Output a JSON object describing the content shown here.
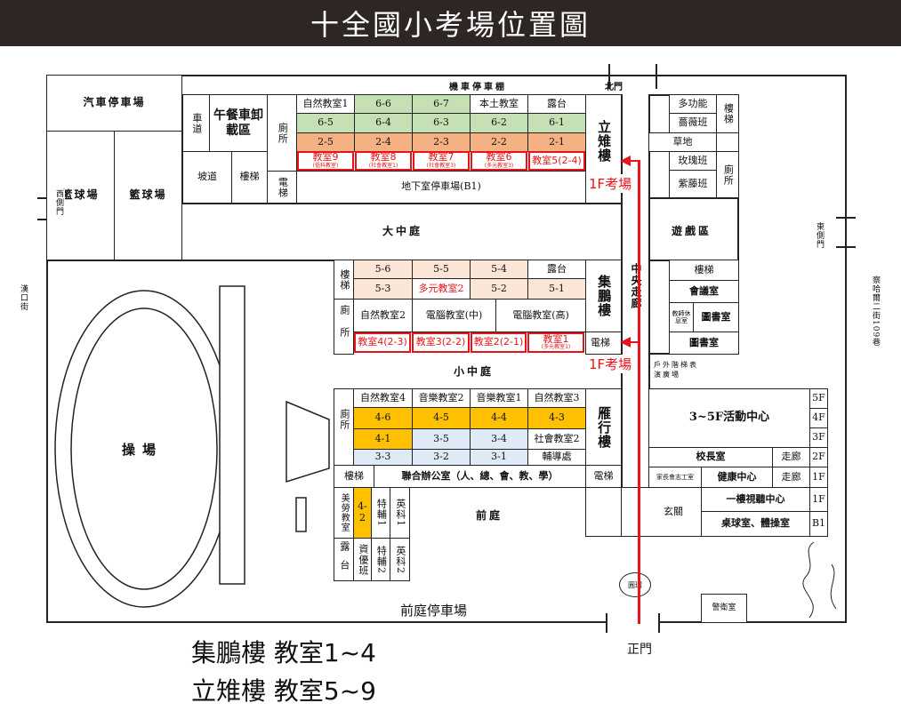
{
  "title": "十全國小考場位置圖",
  "labels": {
    "motor_shed": "機車停車棚",
    "north_gate": "北門",
    "car_park": "汽車停車場",
    "basketball1": "籃球場",
    "basketball2": "籃球場",
    "west_gate": "西側門",
    "lane": "車道",
    "lunch": "午餐車卸載區",
    "ramp": "坡道",
    "stairs1": "樓梯",
    "toilet1": "廁所",
    "elevator1": "電梯",
    "b1_parking": "地下室停車場(B1)",
    "liya": "立雉樓",
    "big_court": "大中庭",
    "play_area": "遊戲區",
    "multi": "多功能",
    "rose1": "薔薇班",
    "stairs_r1": "樓梯",
    "lawn": "草地",
    "rose2": "玫瑰班",
    "wisteria": "紫藤班",
    "toilet_r": "廁所",
    "east_gate": "東側門",
    "street_w": "漢口街",
    "street_e": "察哈爾二街109巷",
    "jipeng": "集鵬樓",
    "stairs2": "樓梯",
    "toilet2": "廁所",
    "elevator2": "電梯",
    "small_court": "小中庭",
    "stairs_r2": "樓梯",
    "meeting": "會議室",
    "teacher_lounge": "教師休息室",
    "library1": "圖書室",
    "library2": "圖書室",
    "outdoor_stage": "戶外階梯表演廣場",
    "yanxing": "雁行樓",
    "toilet3": "廁所",
    "stairs3": "樓梯",
    "joint_office": "聯合辦公室（人、總、會、教、學）",
    "elevator3": "電梯",
    "art": "美勞教室",
    "terrace": "露台",
    "c42": "4-2",
    "gifted": "資優班",
    "sp1": "特輔1",
    "sp2": "特輔2",
    "en1": "英科1",
    "en2": "英科2",
    "front_court": "前庭",
    "activity": "3~5F活動中心",
    "f5": "5F",
    "f4": "4F",
    "f3": "3F",
    "principal": "校長室",
    "corridor1": "走廊",
    "f2": "2F",
    "pta": "家長會志工室",
    "health": "健康中心",
    "corridor2": "走廊",
    "f1a": "1F",
    "lobby": "玄關",
    "av": "一樓視聽中心",
    "f1b": "1F",
    "pingpong": "桌球室、體操室",
    "b1": "B1",
    "playground": "操場",
    "front_parking": "前庭停車場",
    "roundabout": "圓環",
    "guard": "警衛室",
    "main_gate": "正門",
    "exam1": "1F考場",
    "exam2": "1F考場"
  },
  "liya_rows": [
    [
      "自然教室1",
      "6-6",
      "6-7",
      "本土教室",
      "露台"
    ],
    [
      "6-5",
      "6-4",
      "6-3",
      "6-2",
      "6-1"
    ],
    [
      "2-5",
      "2-4",
      "2-3",
      "2-2",
      "2-1"
    ]
  ],
  "liya_exam": [
    {
      "name": "教室9",
      "note": "(低科教室)"
    },
    {
      "name": "教室8",
      "note": "(社會教室1)"
    },
    {
      "name": "教室7",
      "note": "(社會教室3)"
    },
    {
      "name": "教室6",
      "note": "(多元教室3)"
    },
    {
      "name": "教室5(2-4)",
      "note": ""
    }
  ],
  "jipeng_rows": [
    [
      "5-6",
      "5-5",
      "5-4",
      "露台"
    ],
    [
      "5-3",
      "多元教室2",
      "5-2",
      "5-1"
    ]
  ],
  "jipeng_row3": [
    "自然教室2",
    "電腦教室(中)",
    "電腦教室(高)"
  ],
  "jipeng_exam": [
    {
      "name": "教室4(2-3)",
      "note": ""
    },
    {
      "name": "教室3(2-2)",
      "note": ""
    },
    {
      "name": "教室2(2-1)",
      "note": ""
    },
    {
      "name": "教室1",
      "note": "(多元教室1)"
    }
  ],
  "yanxing_rows": [
    [
      "自然教室4",
      "音樂教室2",
      "音樂教室1",
      "自然教室3"
    ],
    [
      "4-6",
      "4-5",
      "4-4",
      "4-3"
    ],
    [
      "4-1",
      "3-5",
      "3-4",
      "社會教室2"
    ],
    [
      "3-3",
      "3-2",
      "3-1",
      "輔導處"
    ]
  ],
  "footer": [
    "集鵬樓 教室1~4",
    "立雉樓 教室5~9"
  ],
  "colors": {
    "grade6": "#c5e0b4",
    "grade2": "#f4b183",
    "grade5": "#fbe5d6",
    "grade4": "#ffc000",
    "grade3": "#deebf7",
    "exam": "#e8141b"
  }
}
